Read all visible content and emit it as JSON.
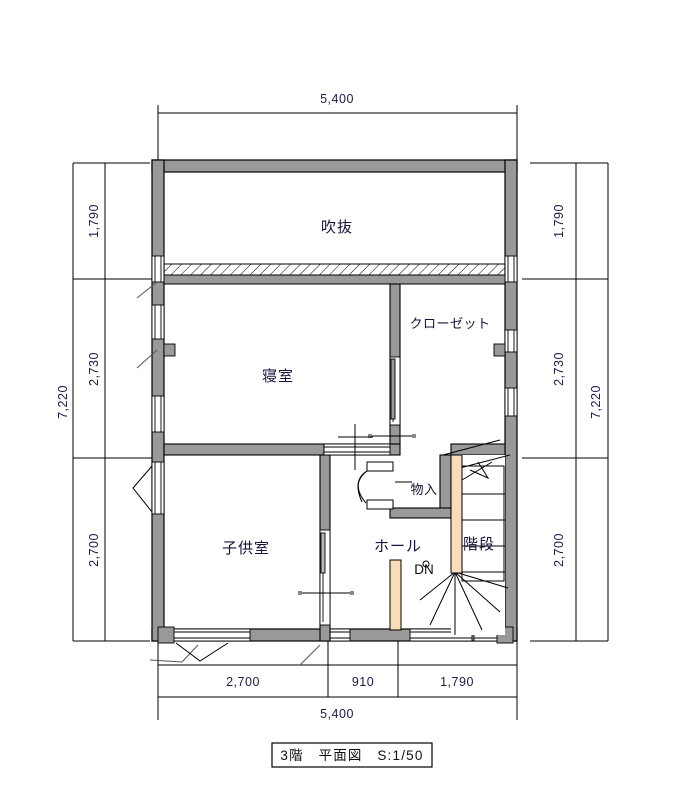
{
  "title_block": {
    "label": "3階　平面図　S:1/50"
  },
  "dimensions": {
    "top_overall": "5,400",
    "bottom_overall": "5,400",
    "left_overall": "7,220",
    "right_overall": "7,220",
    "left_segments": [
      "1,790",
      "2,730",
      "2,700"
    ],
    "right_segments": [
      "1,790",
      "2,730",
      "2,700"
    ],
    "bottom_segments": [
      "2,700",
      "910",
      "1,790"
    ]
  },
  "rooms": [
    {
      "name": "void",
      "label": "吹抜"
    },
    {
      "name": "closet",
      "label": "クローゼット"
    },
    {
      "name": "bedroom",
      "label": "寝室"
    },
    {
      "name": "storage",
      "label": "物入"
    },
    {
      "name": "childrens-room",
      "label": "子供室"
    },
    {
      "name": "hall",
      "label": "ホール"
    },
    {
      "name": "stairs",
      "label": "階段"
    }
  ],
  "annotations": {
    "stair_direction": "DN"
  },
  "colors": {
    "wall_fill": "#999999",
    "wall_stroke": "#000000",
    "post_fill": "#fadcb9",
    "dimension_text": "#1a1a4e",
    "room_text": "#14143c",
    "background": "#ffffff"
  }
}
